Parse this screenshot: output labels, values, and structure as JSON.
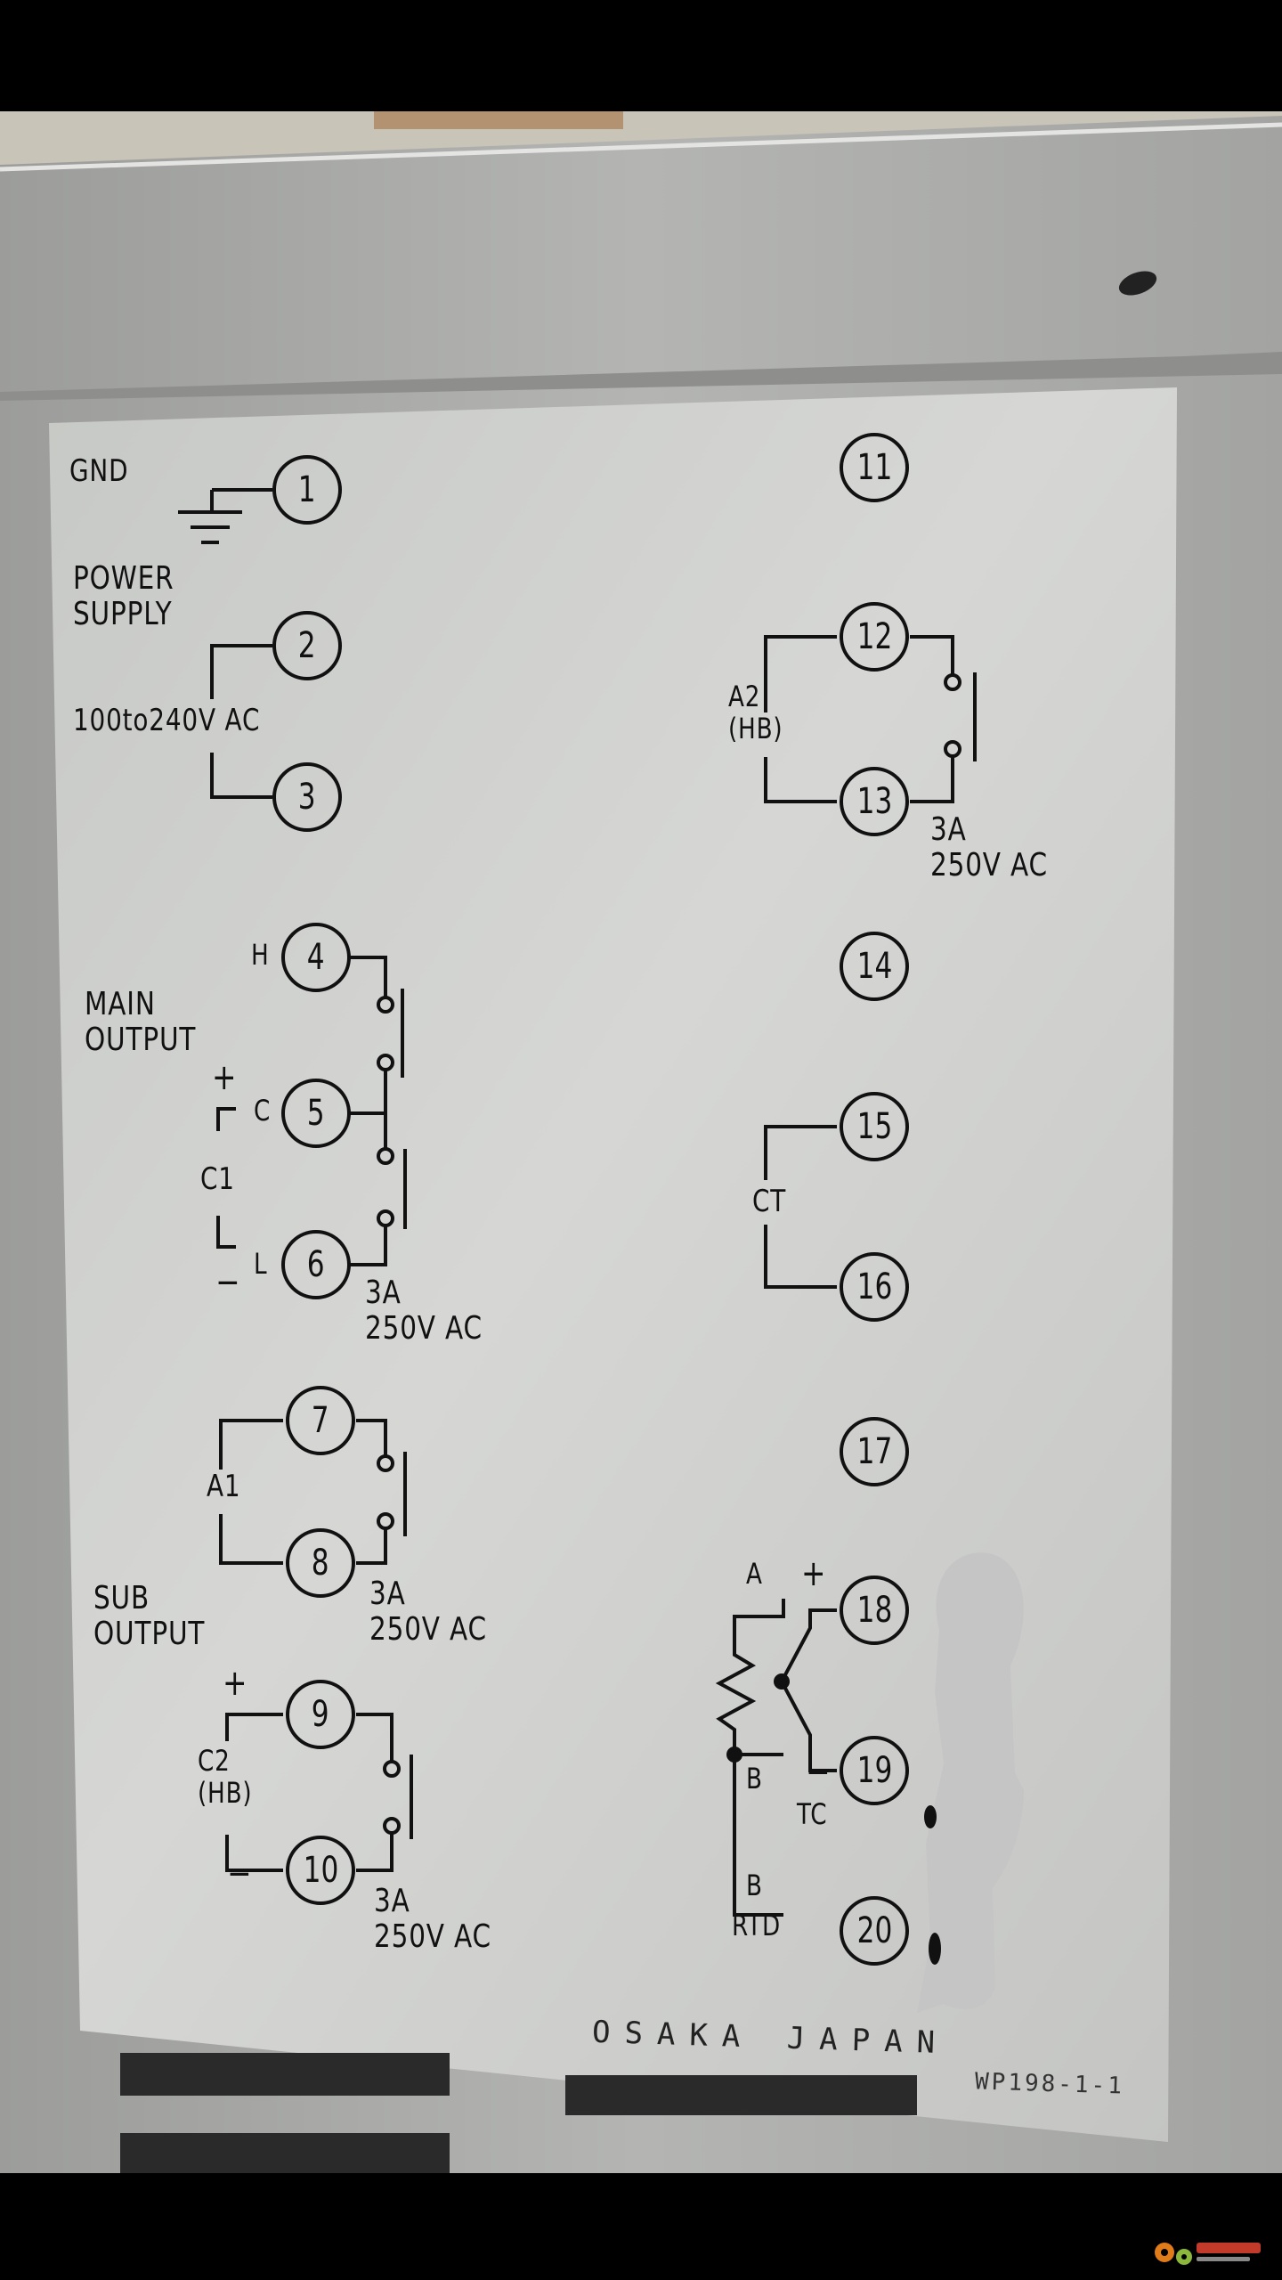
{
  "colors": {
    "frame": "#000000",
    "housing": "#a9aaa8",
    "panel": "#cfd0ce",
    "ink": "#111111"
  },
  "left": {
    "gnd": "GND",
    "power_supply": "POWER\nSUPPLY",
    "voltage": "100to240V AC",
    "h": "H",
    "main_output": "MAIN\nOUTPUT",
    "plus": "+",
    "c": "C",
    "c1": "C1",
    "l": "L",
    "minus": "−",
    "rating1": "3A\n250V AC",
    "a1": "A1",
    "sub_output": "SUB\nOUTPUT",
    "rating2": "3A\n250V AC",
    "plus2": "+",
    "c2": "C2\n(HB)",
    "minus2": "−",
    "rating3": "3A\n250V AC"
  },
  "right": {
    "a2": "A2\n(HB)",
    "rating": "3A\n250V AC",
    "ct": "CT",
    "a": "A",
    "plus": "+",
    "b1": "B",
    "minus": "−",
    "tc": "TC",
    "b2": "B",
    "rtd": "RTD"
  },
  "terminals": [
    "1",
    "2",
    "3",
    "4",
    "5",
    "6",
    "7",
    "8",
    "9",
    "10",
    "11",
    "12",
    "13",
    "14",
    "15",
    "16",
    "17",
    "18",
    "19",
    "20"
  ],
  "footer": {
    "brand": "OSAKA  JAPAN",
    "model": "WP198-1-1"
  }
}
